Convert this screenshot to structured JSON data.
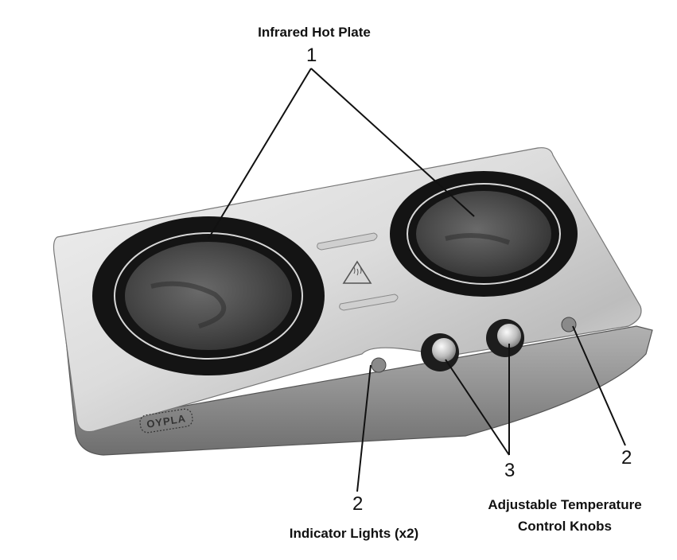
{
  "labels": {
    "hot_plate": "Infrared Hot Plate",
    "knobs_line1": "Adjustable Temperature",
    "knobs_line2": "Control Knobs",
    "indicator_lights": "Indicator Lights (x2)"
  },
  "callouts": {
    "hot_plate_number": "1",
    "indicator_number_left": "2",
    "knobs_number": "3",
    "indicator_number_right": "2"
  },
  "brand": "OYPLA",
  "colors": {
    "steel_light": "#e4e4e4",
    "steel_dark": "#9a9a9a",
    "hob_black": "#141414",
    "glass": "#4a4a4a",
    "indicator": "#8a8a8a"
  }
}
